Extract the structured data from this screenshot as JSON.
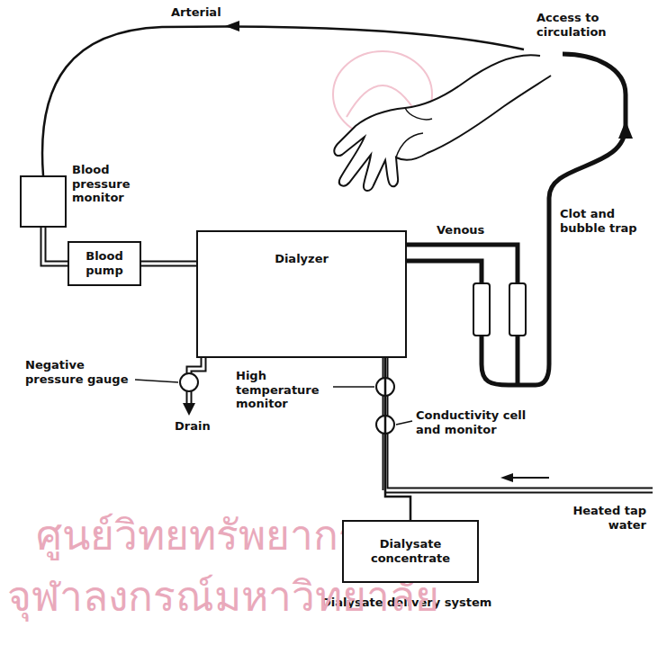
{
  "diagram": {
    "nodes": [
      {
        "text": [
          "Blood pressure monitor"
        ]
      },
      {
        "text": [
          "Blood pump"
        ]
      },
      {
        "text": [
          "Dialyzer"
        ]
      },
      {
        "text": [
          "Dialysate concentrate"
        ]
      }
    ],
    "edges": [
      {
        "from": 0,
        "to": 1,
        "arrow": "none"
      },
      {
        "from": 1,
        "to": 2,
        "arrow": "none"
      },
      {
        "from": 3,
        "to": 2,
        "arrow": "none"
      }
    ],
    "labels": [
      "Arterial",
      "Access to circulation",
      "Venous",
      "Clot and bubble trap",
      "Negative pressure gauge",
      "High temperature monitor",
      "Conductivity cell and monitor",
      "Drain",
      "Heated tap water",
      "Dialysate delivery system",
      "ศูนย์วิทยทรัพยากร",
      "จุฬาลงกรณ์มหาวิทยาลัย"
    ]
  }
}
